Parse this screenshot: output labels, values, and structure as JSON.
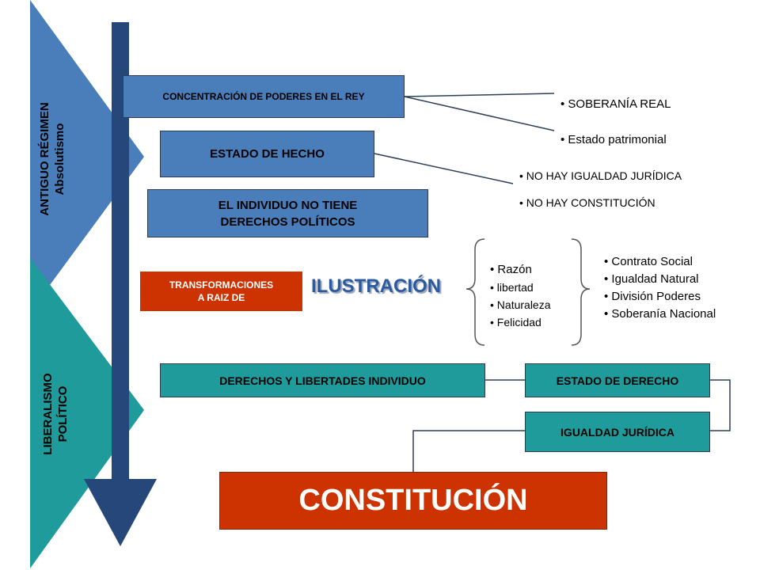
{
  "sidebar": {
    "top_label_line1": "ANTIGUO RÉGIMEN",
    "top_label_line2": "Absolutismo",
    "bottom_label_line1": "LIBERALISMO",
    "bottom_label_line2": "POLÍTICO",
    "top_color": "#4a7ebb",
    "bottom_color": "#1f9b9b"
  },
  "absolutismo": {
    "box1": "CONCENTRACIÓN DE PODERES EN EL REY",
    "box2": "ESTADO DE HECHO",
    "box3_line1": "EL INDIVIDUO NO TIENE",
    "box3_line2": "DERECHOS POLÍTICOS",
    "list_a": [
      "SOBERANÍA REAL",
      "Estado patrimonial"
    ],
    "list_b": [
      "NO HAY IGUALDAD JURÍDICA",
      "NO HAY CONSTITUCIÓN"
    ]
  },
  "ilustracion": {
    "transform_line1": "TRANSFORMACIONES",
    "transform_line2": "A RAIZ DE",
    "title": "ILUSTRACIÓN",
    "values": [
      "Razón",
      "libertad",
      "Naturaleza",
      "Felicidad"
    ],
    "principles": [
      "Contrato Social",
      "Igualdad Natural",
      "División Poderes",
      "Soberanía Nacional"
    ]
  },
  "liberalismo": {
    "derechos": "DERECHOS Y LIBERTADES INDIVIDUO",
    "estado": "ESTADO DE DERECHO",
    "igualdad": "IGUALDAD JURÍDICA",
    "constitucion": "CONSTITUCIÓN"
  },
  "colors": {
    "blue": "#4a7ebb",
    "teal": "#1f9b9b",
    "red": "#cc3300",
    "arrow": "#25477a"
  }
}
